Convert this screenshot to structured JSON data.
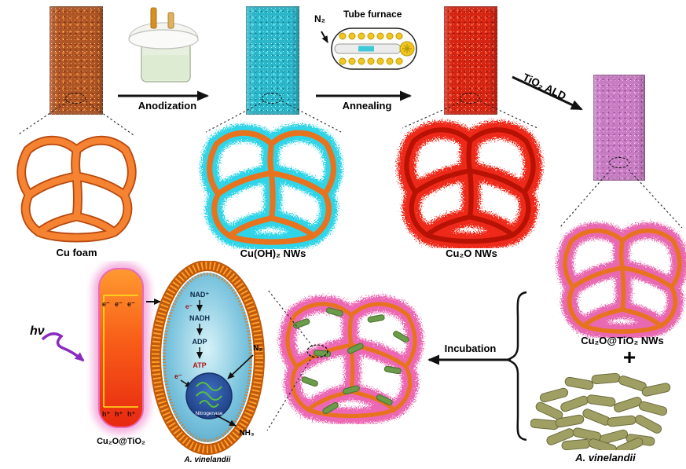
{
  "colors": {
    "copper": "#b05524",
    "cyan": "#2cb6ca",
    "red": "#d62512",
    "pink": "#c87cc2",
    "orange_core": "#e8731f",
    "spike_cyan": "#25d2e6",
    "spike_red": "#ee2011",
    "spike_pink": "#e75fae",
    "bacteria_olive": "#9f9f63",
    "arrow_black": "#111111",
    "hv_purple": "#8a2bbf"
  },
  "top_row": {
    "anodization_label": "Anodization",
    "annealing_label": "Annealing",
    "tube_furnace_label": "Tube furnace",
    "n2_label": "N₂",
    "tio2_ald_label": "TiO₂ ALD"
  },
  "materials": {
    "cu_foam": "Cu foam",
    "cuoh2_nws": "Cu(OH)₂ NWs",
    "cu2o_nws": "Cu₂O NWs",
    "cu2o_tio2_nws": "Cu₂O@TiO₂ NWs",
    "a_vinelandii": "A. vinelandii"
  },
  "bottom_row": {
    "incubation_label": "Incubation",
    "plus_sign": "+"
  },
  "mechanism": {
    "hv": "hν",
    "e_minus": "e⁻",
    "h_plus": "h⁺",
    "nad": "NAD⁺",
    "nadh": "NADH",
    "adp": "ADP",
    "atp": "ATP",
    "n2": "N₂",
    "nh3": "NH₃",
    "nitrogenase": "Nitrogenase",
    "nanowire_label": "Cu₂O@TiO₂",
    "cell_label": "A. vinelandii"
  }
}
